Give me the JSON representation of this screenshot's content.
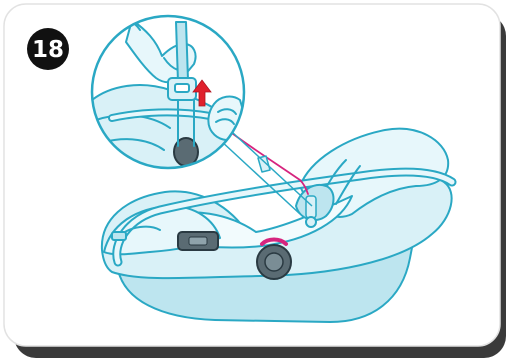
{
  "step": {
    "number": "18"
  },
  "colors": {
    "line": "#2aa8c4",
    "fill_light": "#d9f1f7",
    "fill_mid": "#bde5ef",
    "fill_dark": "#8fd0e0",
    "dark_part": "#5a6b73",
    "accent_magenta": "#d6247e",
    "arrow_red": "#e0202c",
    "badge": "#111111",
    "frame": "#ffffff",
    "frame_border": "#dddddd",
    "shadow": "#3a3a3a"
  },
  "icons": {
    "step_badge": "number-badge",
    "direction": "arrow-up-icon",
    "detail": "magnifier-callout",
    "product": "infant-car-seat"
  }
}
